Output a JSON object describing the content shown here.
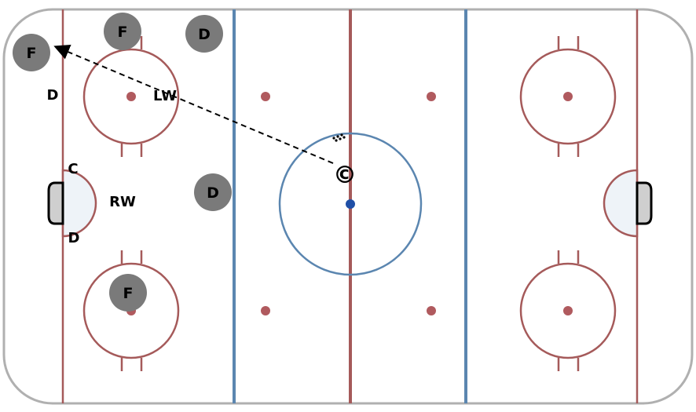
{
  "colors": {
    "board": "#b0b0b0",
    "ice": "#ffffff",
    "red_line": "#a55a5a",
    "blue_line": "#5b86b0",
    "dot_red": "#b05a5e",
    "dot_blue": "#1f4fa6",
    "crease_fill": "#eef3f8",
    "net_fill": "#cfcfcf",
    "chip_fill": "#7a7a7a",
    "pass_line": "#000000"
  },
  "players": {
    "f_top_left": "F",
    "f_top": "F",
    "d_top": "D",
    "d_mid": "D",
    "f_bottom": "F"
  },
  "labels": {
    "d_left": "D",
    "lw": "LW",
    "c": "C",
    "rw": "RW",
    "d_low": "D"
  },
  "center": {
    "puck_symbol": "©"
  }
}
